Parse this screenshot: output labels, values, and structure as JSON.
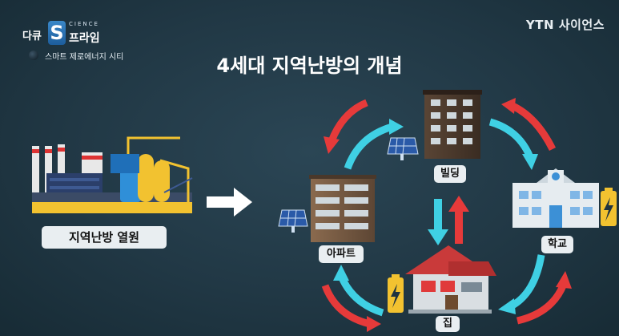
{
  "header": {
    "program_prefix": "다큐",
    "program_letter": "S",
    "program_science": "CIENCE",
    "program_name": "프라임",
    "episode": "스마트 제로에너지 시티",
    "channel": "YTN 사이언스"
  },
  "title": "4세대 지역난방의 개념",
  "labels": {
    "source": "지역난방 열원",
    "building": "빌딩",
    "school": "학교",
    "apartment": "아파트",
    "house": "집"
  },
  "colors": {
    "arrow_red": "#e63a3a",
    "arrow_cyan": "#3fd0e4",
    "industrial_blue": "#2f8fd8",
    "industrial_yellow": "#f2c230"
  }
}
